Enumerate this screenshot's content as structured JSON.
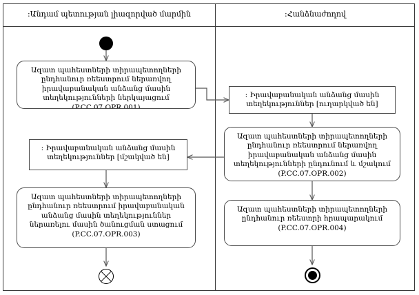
{
  "diagram": {
    "type": "uml-activity-diagram",
    "lanes": [
      {
        "id": "lane-member-state",
        "title": ":Անդամ պետության լիազորված մարմին"
      },
      {
        "id": "lane-commission",
        "title": ":Հանձնաժողով"
      }
    ],
    "nodes": {
      "initial": {
        "kind": "initial-node",
        "label": ""
      },
      "activity_opr001": {
        "kind": "activity",
        "text": "Ազատ պահեստների տիրապետողների ընդհանուր ռեեստրում ներառվող  իրավաբանական անձանց մասին տեղեկությունների ներկայացում (P.CC.07.OPR.001)",
        "code": "P.CC.07.OPR.001"
      },
      "signal_sent": {
        "kind": "signal",
        "text": ": Իրավաբանական անձանց մասին տեղեկություններ [ուղարկված են]",
        "state": "[ուղարկված են]"
      },
      "activity_opr002": {
        "kind": "activity",
        "text": "Ազատ պահեստների տիրապետողների ընդհանուր ռեեստրում ներառվող  իրավաբանական անձանց մասին տեղեկությունների ընդունում և մշակում (P.CC.07.OPR.002)",
        "code": "P.CC.07.OPR.002"
      },
      "signal_processed": {
        "kind": "signal",
        "text": ": Իրավաբանական անձանց մասին տեղեկություններ [մշակված են]",
        "state": "[մշակված են]"
      },
      "activity_opr003": {
        "kind": "activity",
        "text": "Ազատ պահեստների տիրապետողների ընդհանուր ռեեստրում իրավաբանական անձանց մասին տեղեկություններ ներառելու մասին ծանուցման ստացում (P.CC.07.OPR.003)",
        "code": "P.CC.07.OPR.003"
      },
      "activity_opr004": {
        "kind": "activity",
        "text": "Ազատ պահեստների տիրապետողների ընդհանուր ռեեստրի հրապարակում (P.CC.07.OPR.004)",
        "code": "P.CC.07.OPR.004"
      },
      "flow_final": {
        "kind": "flow-final-node",
        "label": ""
      },
      "activity_final": {
        "kind": "activity-final-node",
        "label": ""
      }
    },
    "colors": {
      "border": "#3a3a3a",
      "node_border": "#4a4a4a",
      "node_fill": "#ffffff",
      "text": "#000000",
      "edge": "#555555",
      "control_node": "#000000",
      "background": "#ffffff"
    }
  }
}
